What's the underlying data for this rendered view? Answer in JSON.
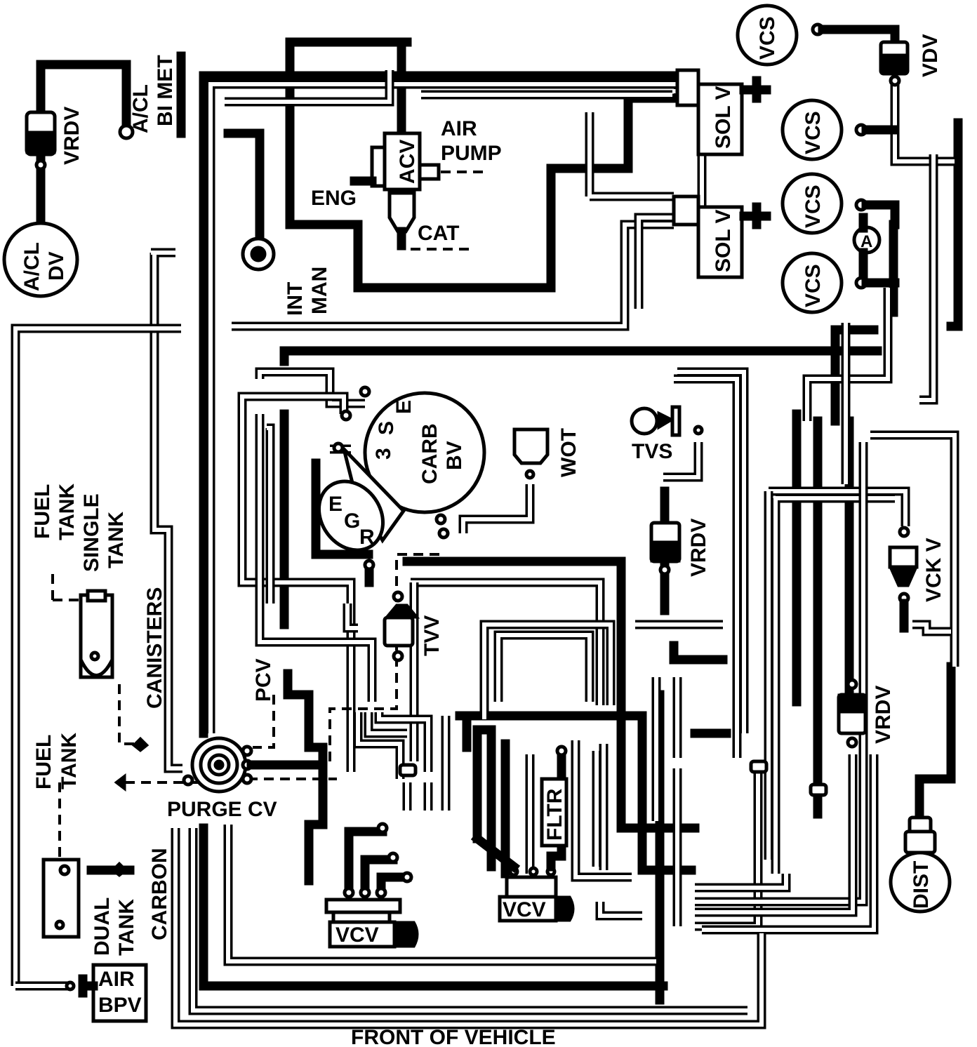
{
  "labels": {
    "vrdv_top_left": "VRDV",
    "acl_bimet_1": "A/CL",
    "acl_bimet_2": "BI MET",
    "acl_dv_1": "A/CL",
    "acl_dv_2": "DV",
    "int_man_1": "INT",
    "int_man_2": "MAN",
    "air_pump_1": "AIR",
    "air_pump_2": "PUMP",
    "acv": "ACV",
    "eng": "ENG",
    "cat": "CAT",
    "sol_v_upper": "SOL V",
    "sol_v_lower": "SOL V",
    "vcs_top": "VCS",
    "vdv": "VDV",
    "vcs_2": "VCS",
    "vcs_3": "VCS",
    "vcs_4": "VCS",
    "a_marker": "A",
    "carb_1": "CARB",
    "carb_2": "BV",
    "carb_e": "E",
    "carb_s": "S",
    "carb_3": "3",
    "egr_e": "E",
    "egr_g": "G",
    "egr_r": "R",
    "wot": "WOT",
    "tvs": "TVS",
    "vrdv_mid": "VRDV",
    "vck_v": "VCK V",
    "fuel_tank_single_1": "FUEL",
    "fuel_tank_single_2": "TANK",
    "fuel_tank_single_3": "SINGLE",
    "fuel_tank_single_4": "TANK",
    "canisters": "CANISTERS",
    "tvv": "TVV",
    "pcv": "PCV",
    "purge_cv": "PURGE CV",
    "fuel_tank_1": "FUEL",
    "fuel_tank_2": "TANK",
    "vrdv_right": "VRDV",
    "dist": "DIST",
    "fltr": "FLTR",
    "vcv_left": "VCV",
    "vcv_mid": "VCV",
    "dual_tank_1": "DUAL",
    "dual_tank_2": "TANK",
    "carbon": "CARBON",
    "air_bpv_1": "AIR",
    "air_bpv_2": "BPV",
    "front": "FRONT OF VEHICLE"
  }
}
